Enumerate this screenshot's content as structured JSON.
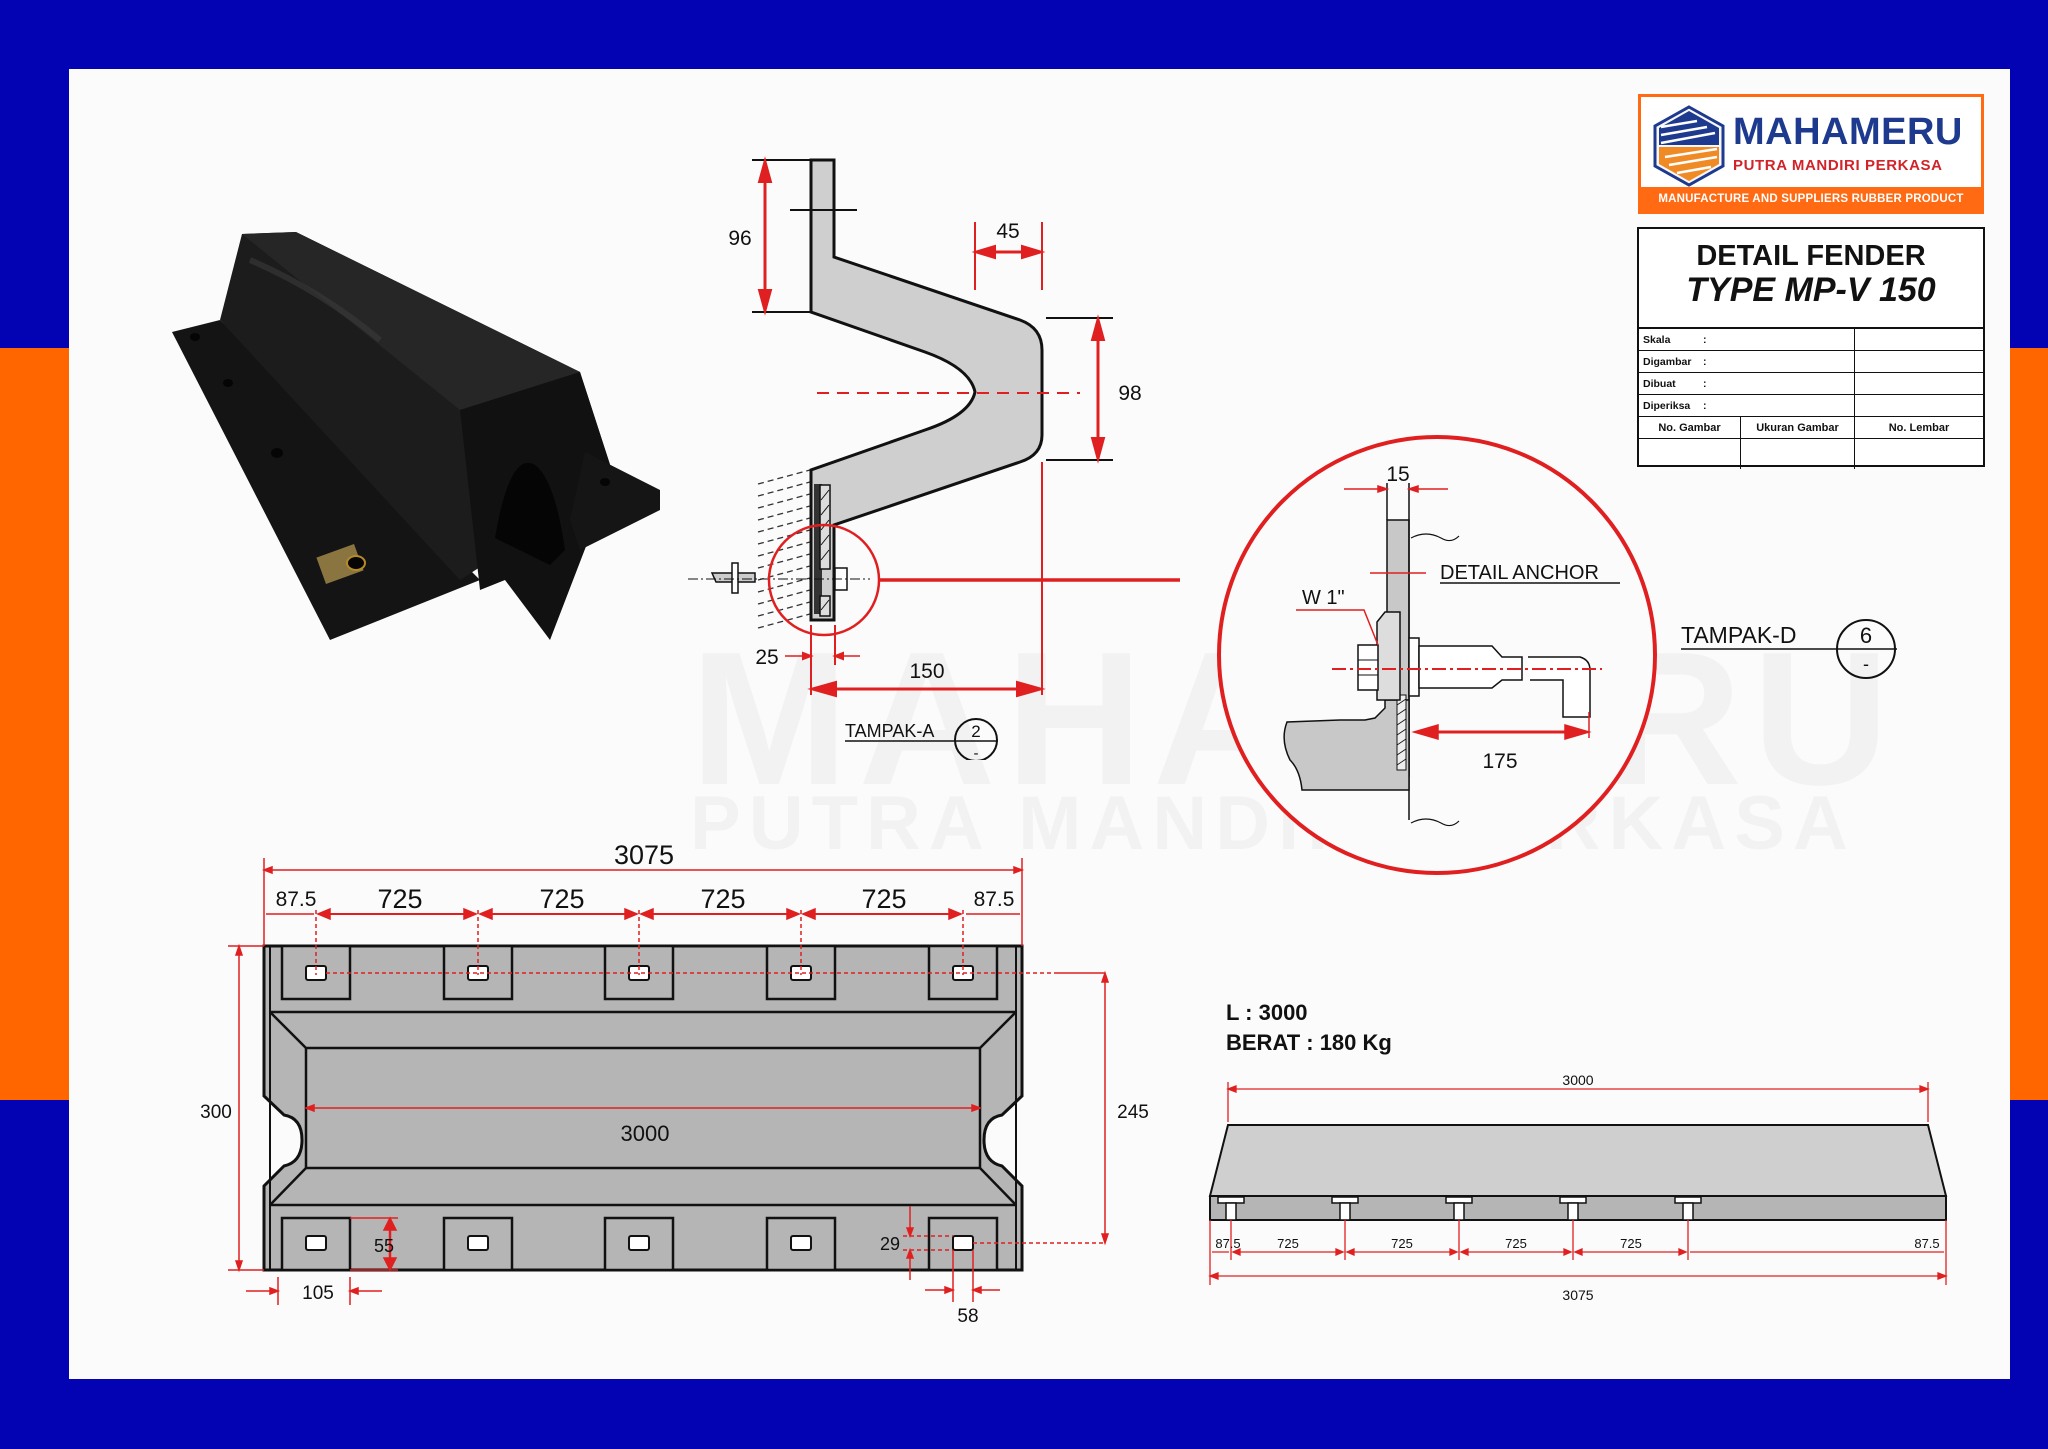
{
  "frame": {
    "border_color": "#0303b3",
    "band_color": "#ff6600",
    "sheet_color": "#fbfbfb"
  },
  "watermark": {
    "line1": "MAHAMERU",
    "line2": "PUTRA MANDIRI PERKASA"
  },
  "logo": {
    "name": "MAHAMERU",
    "subtitle": "PUTRA MANDIRI PERKASA",
    "tagline": "MANUFACTURE AND SUPPLIERS RUBBER PRODUCT",
    "colors": {
      "blue": "#1d3a8f",
      "red": "#d0232a",
      "orange": "#ff6a13"
    }
  },
  "title_block": {
    "title": "DETAIL FENDER",
    "subtitle": "TYPE MP-V 150",
    "fields": [
      {
        "label": "Skala",
        "sep": ":",
        "value": ""
      },
      {
        "label": "Digambar",
        "sep": ":",
        "value": ""
      },
      {
        "label": "Dibuat",
        "sep": ":",
        "value": ""
      },
      {
        "label": "Diperiksa",
        "sep": ":",
        "value": ""
      }
    ],
    "columns": [
      "No. Gambar",
      "Ukuran Gambar",
      "No. Lembar"
    ]
  },
  "section_view": {
    "dims": {
      "top_height": "96",
      "nose_width": "45",
      "nose_height": "98",
      "base_thickness": "25",
      "total_depth": "150"
    },
    "label": "TAMPAK-A",
    "ref_top": "2",
    "ref_bottom": "-"
  },
  "anchor_detail": {
    "title": "DETAIL ANCHOR",
    "plate_thickness": "15",
    "bolt": "W 1\"",
    "embed_length": "175",
    "label": "TAMPAK-D",
    "ref_top": "6",
    "ref_bottom": "-"
  },
  "plan_view": {
    "overall_length": "3075",
    "spacing": [
      "87.5",
      "725",
      "725",
      "725",
      "725",
      "87.5"
    ],
    "body_length": "3000",
    "width": "300",
    "hole_centers": "245",
    "flange_width": "55",
    "flange_length": "105",
    "hole_w": "58",
    "hole_h": "29"
  },
  "side_view": {
    "info_length": "L : 3000",
    "info_weight": "BERAT : 180 Kg",
    "top_length": "3000",
    "spacing": [
      "87.5",
      "725",
      "725",
      "725",
      "725",
      "87.5"
    ],
    "overall_length": "3075"
  },
  "photo": {
    "alt": "Black rubber V-type fender photo"
  }
}
